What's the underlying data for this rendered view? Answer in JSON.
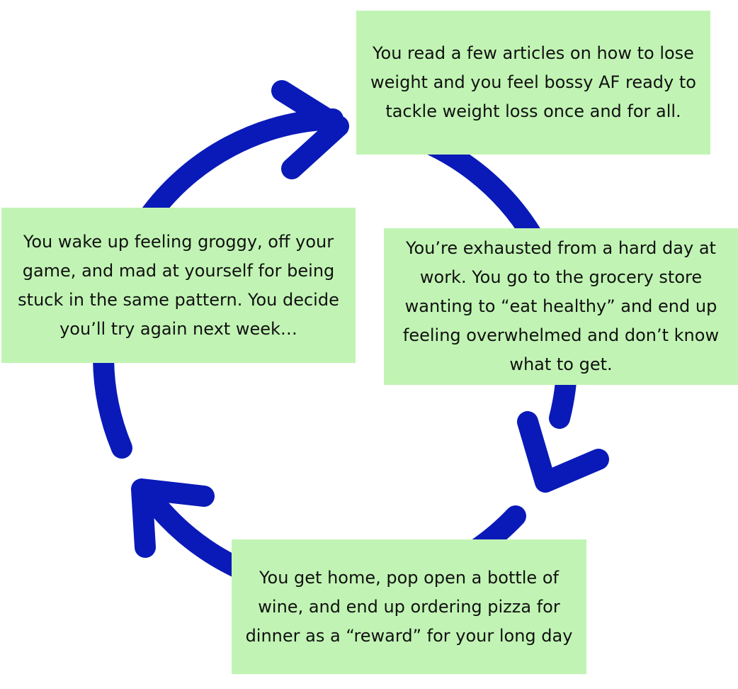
{
  "colors": {
    "arrow": "#0a1ab8",
    "box": "#c1f4b4"
  },
  "steps": [
    {
      "text": "You read a few articles on how to lose weight and you feel bossy AF ready to tackle weight loss once and for all."
    },
    {
      "text": "You’re exhausted from a hard day at work. You go to the grocery store wanting to “eat healthy” and end up feeling overwhelmed and don’t know what to get."
    },
    {
      "text": "You get home, pop open a bottle of wine, and end up ordering pizza for dinner as a “reward” for your long day"
    },
    {
      "text": "You wake up feeling groggy, off your game, and mad at yourself for being stuck in the same pattern. You decide you’ll try again next week…"
    }
  ]
}
